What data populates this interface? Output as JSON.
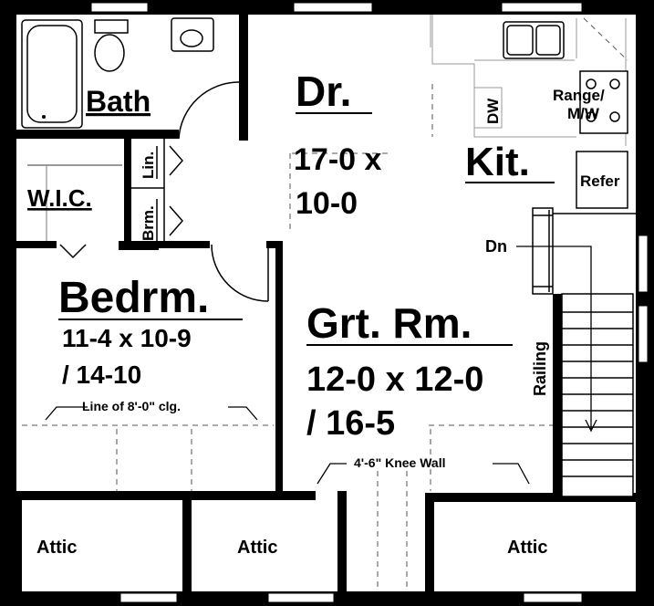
{
  "rooms": {
    "bath": "Bath",
    "dining": {
      "name": "Dr.",
      "dim1": "17-0 x",
      "dim2": "10-0"
    },
    "dw": "DW",
    "range": "Range/",
    "mw": "M/W",
    "kitchen": "Kit.",
    "refer": "Refer",
    "linen": "Lin.",
    "broom": "Brm.",
    "wic": "W.I.C.",
    "stair_dn": "Dn",
    "bedroom": {
      "name": "Bedrm.",
      "dim1": "11-4 x 10-9",
      "dim2": "/ 14-10"
    },
    "great_room": {
      "name": "Grt. Rm.",
      "dim1": "12-0 x 12-0",
      "dim2": "/ 16-5"
    },
    "railing": "Railing",
    "ceiling_note": "Line of 8'-0\" clg.",
    "knee_wall_note": "4'-6\" Knee Wall",
    "attic_left": "Attic",
    "attic_mid": "Attic",
    "attic_right": "Attic"
  }
}
